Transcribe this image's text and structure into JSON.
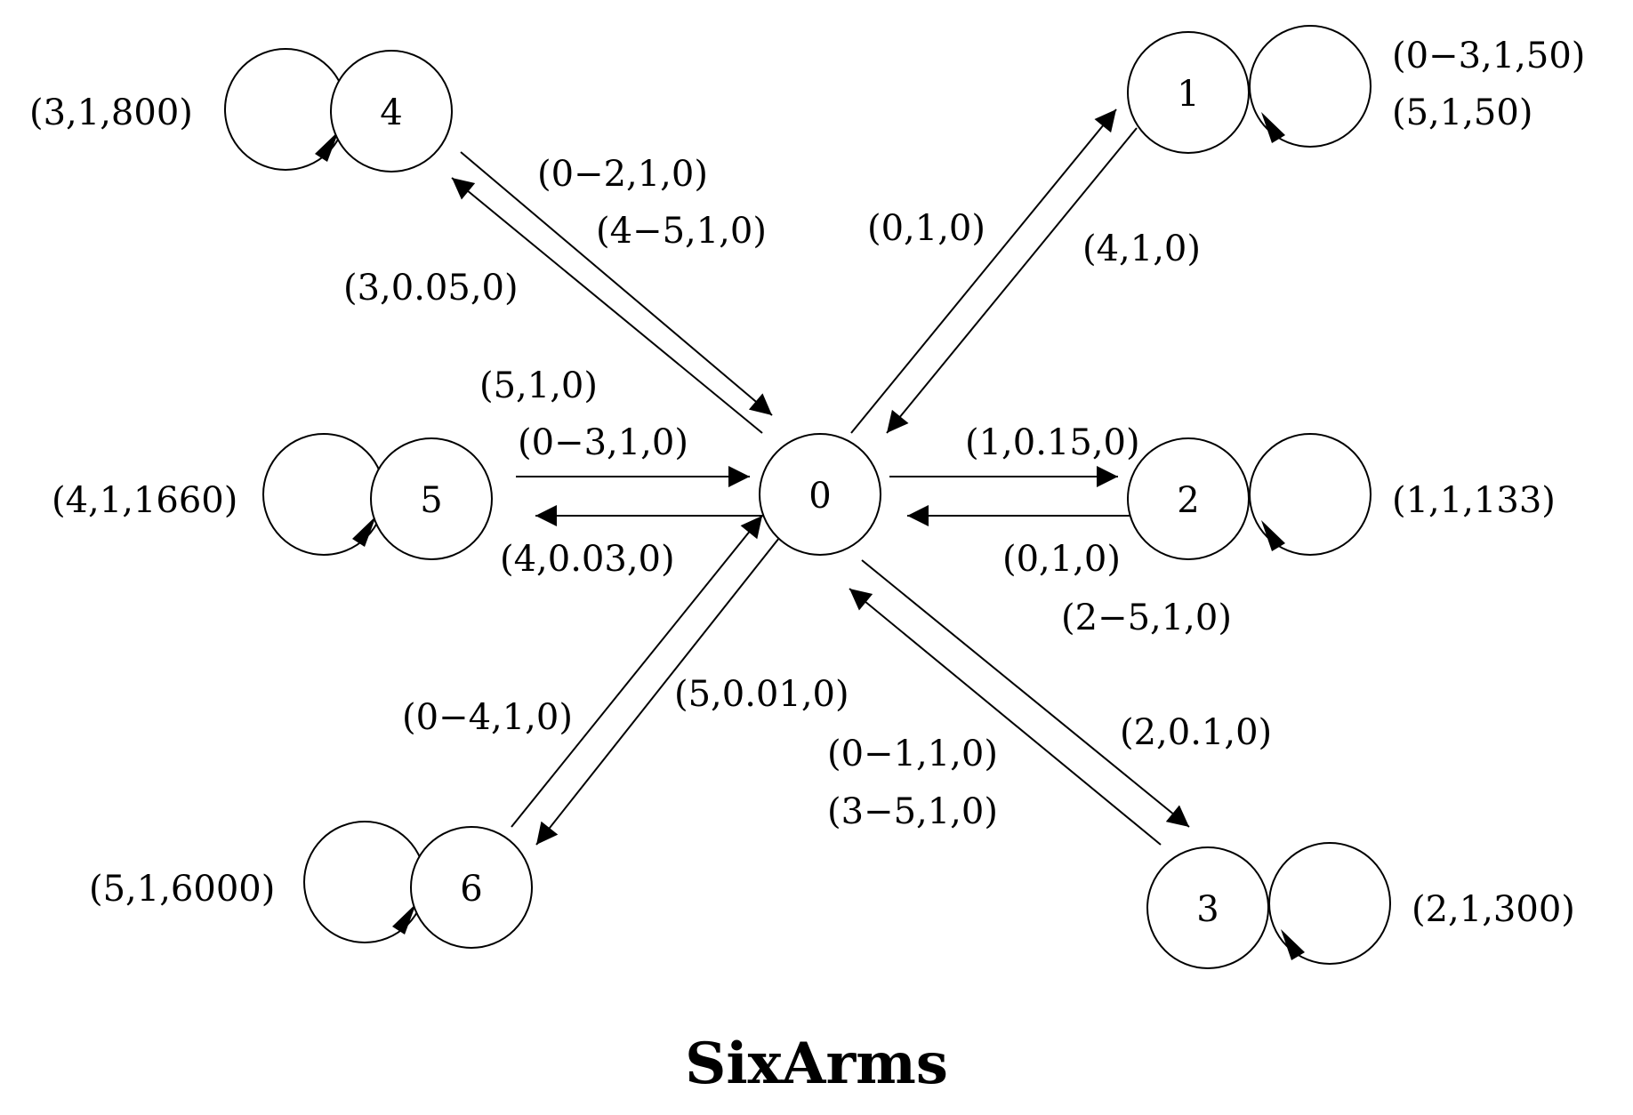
{
  "title": "SixArms",
  "states": [
    {
      "id": "0",
      "label": "0"
    },
    {
      "id": "1",
      "label": "1",
      "self_loop_labels": [
        "(0−3,1,50)",
        "(5,1,50)"
      ]
    },
    {
      "id": "2",
      "label": "2",
      "self_loop_labels": [
        "(1,1,133)"
      ]
    },
    {
      "id": "3",
      "label": "3",
      "self_loop_labels": [
        "(2,1,300)"
      ]
    },
    {
      "id": "4",
      "label": "4",
      "self_loop_labels": [
        "(3,1,800)"
      ]
    },
    {
      "id": "5",
      "label": "5",
      "self_loop_labels": [
        "(4,1,1660)"
      ]
    },
    {
      "id": "6",
      "label": "6",
      "self_loop_labels": [
        "(5,1,6000)"
      ]
    }
  ],
  "transitions": [
    {
      "from": "0",
      "to": "1",
      "labels": [
        "(0,1,0)"
      ]
    },
    {
      "from": "1",
      "to": "0",
      "labels": [
        "(4,1,0)"
      ]
    },
    {
      "from": "0",
      "to": "2",
      "labels": [
        "(1,0.15,0)"
      ]
    },
    {
      "from": "2",
      "to": "0",
      "labels": [
        "(0,1,0)",
        "(2−5,1,0)"
      ]
    },
    {
      "from": "0",
      "to": "3",
      "labels": [
        "(2,0.1,0)"
      ]
    },
    {
      "from": "3",
      "to": "0",
      "labels": [
        "(0−1,1,0)",
        "(3−5,1,0)"
      ]
    },
    {
      "from": "0",
      "to": "4",
      "labels": [
        "(3,0.05,0)"
      ]
    },
    {
      "from": "4",
      "to": "0",
      "labels": [
        "(0−2,1,0)",
        "(4−5,1,0)"
      ]
    },
    {
      "from": "0",
      "to": "5",
      "labels": [
        "(4,0.03,0)"
      ]
    },
    {
      "from": "5",
      "to": "0",
      "labels": [
        "(5,1,0)",
        "(0−3,1,0)"
      ]
    },
    {
      "from": "0",
      "to": "6",
      "labels": [
        "(5,0.01,0)"
      ]
    },
    {
      "from": "6",
      "to": "0",
      "labels": [
        "(0−4,1,0)"
      ]
    }
  ]
}
